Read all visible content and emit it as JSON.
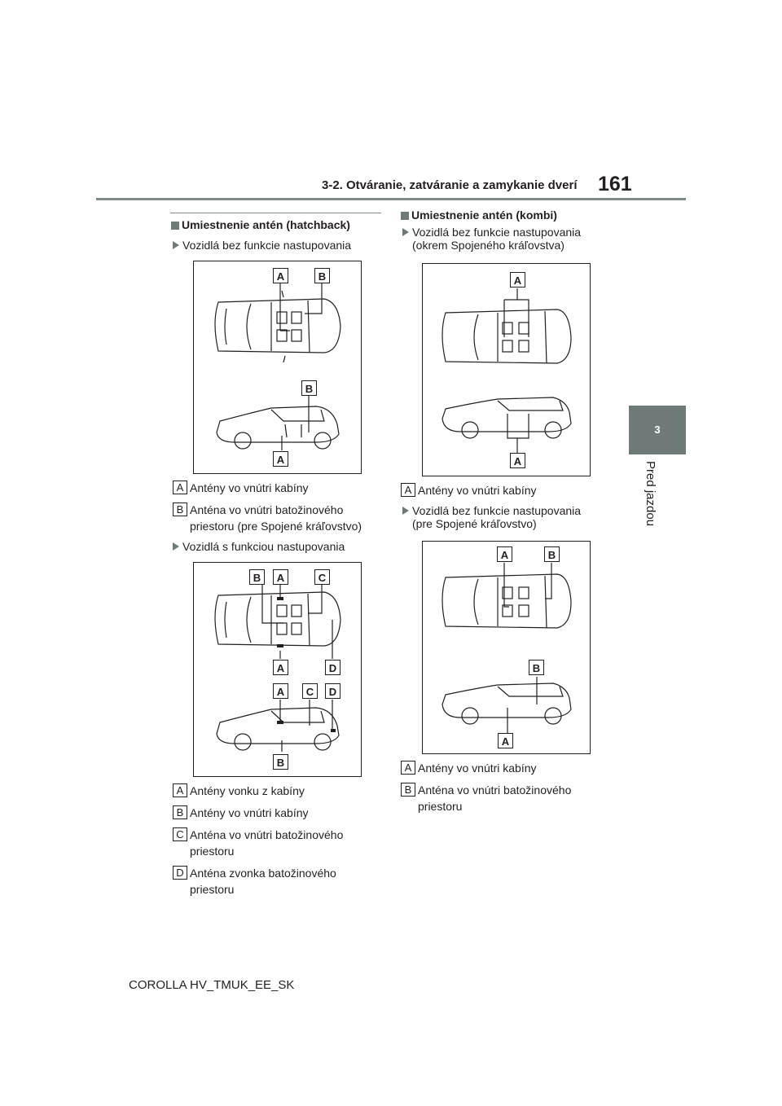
{
  "header": {
    "section_title": "3-2. Otváranie, zatváranie a zamykanie dverí",
    "page_number": "161"
  },
  "chapter_tab": {
    "number": "3",
    "label": "Pred jazdou"
  },
  "left": {
    "heading": "Umiestnenie antén (hatchback)",
    "block1": {
      "bullet": "Vozidlá bez funkcie nastupovania",
      "diagram_labels": [
        "A",
        "B",
        "B",
        "A"
      ],
      "legend": [
        {
          "key": "A",
          "text": "Antény vo vnútri kabíny"
        },
        {
          "key": "B",
          "text": "Anténa vo vnútri batožinového\npriestoru (pre Spojené kráľovstvo)"
        }
      ]
    },
    "block2": {
      "bullet": "Vozidlá s funkciou nastupovania",
      "diagram_labels": [
        "B",
        "A",
        "C",
        "A",
        "D",
        "A",
        "C",
        "D",
        "B"
      ],
      "legend": [
        {
          "key": "A",
          "text": "Antény vonku z kabíny"
        },
        {
          "key": "B",
          "text": "Antény vo vnútri kabíny"
        },
        {
          "key": "C",
          "text": "Anténa vo vnútri batožinového\npriestoru"
        },
        {
          "key": "D",
          "text": "Anténa zvonka batožinového\npriestoru"
        }
      ]
    }
  },
  "right": {
    "heading": "Umiestnenie antén (kombi)",
    "block1": {
      "bullet": "Vozidlá bez funkcie nastupovania\n(okrem Spojeného kráľovstva)",
      "diagram_labels": [
        "A",
        "A"
      ],
      "legend": [
        {
          "key": "A",
          "text": "Antény vo vnútri kabíny"
        }
      ]
    },
    "block2": {
      "bullet": "Vozidlá bez funkcie nastupovania\n(pre Spojené kráľovstvo)",
      "diagram_labels": [
        "A",
        "B",
        "B",
        "A"
      ],
      "legend": [
        {
          "key": "A",
          "text": "Antény vo vnútri kabíny"
        },
        {
          "key": "B",
          "text": "Anténa vo vnútri batožinového\npriestoru"
        }
      ]
    }
  },
  "footer": {
    "text": "COROLLA HV_TMUK_EE_SK"
  }
}
